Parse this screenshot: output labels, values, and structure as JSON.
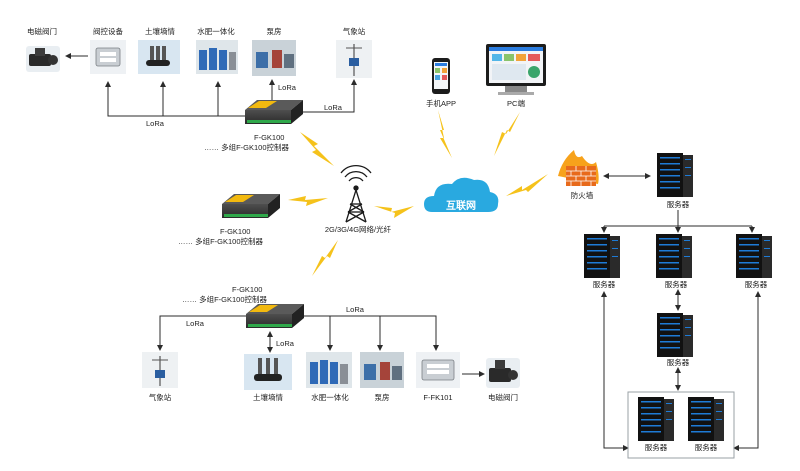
{
  "top": {
    "devices": {
      "solenoid_valve": "电磁阀门",
      "valve_controller": "阀控设备",
      "soil_moisture": "土壤墒情",
      "water_fertilizer": "水肥一体化",
      "pump_room": "泵房",
      "weather_station": "气象站"
    },
    "lora_pump": "LoRa",
    "lora_left": "LoRa",
    "lora_right": "LoRa",
    "controller_model": "F-GK100",
    "controller_multi": "…… 多组F-GK100控制器"
  },
  "middle": {
    "controller_model": "F-GK100",
    "controller_multi": "…… 多组F-GK100控制器",
    "network": "2G/3G/4G网络/光纤"
  },
  "bottom": {
    "controller_model": "F-GK100",
    "controller_multi": "…… 多组F-GK100控制器",
    "lora_left": "LoRa",
    "lora_top": "LoRa",
    "lora_soil": "LoRa",
    "devices": {
      "weather_station": "气象站",
      "soil_moisture": "土壤墒情",
      "water_fertilizer": "水肥一体化",
      "pump_room": "泵房",
      "valve_controller": "F-FK101",
      "solenoid_valve": "电磁阀门"
    }
  },
  "internet": {
    "cloud": "互联网",
    "mobile_app": "手机APP",
    "pc": "PC端"
  },
  "server_side": {
    "firewall": "防火墙",
    "server_top": "服务器",
    "server_left": "服务器",
    "server_mid": "服务器",
    "server_right": "服务器",
    "server_lower": "服务器",
    "cluster_left": "服务器",
    "cluster_right": "服务器"
  },
  "colors": {
    "line": "#2b2b2b",
    "lightning": "#f5c21b",
    "cloud": "#29a9e0",
    "controller_body": "#3a3a3a",
    "controller_band": "#f2b90f",
    "controller_green": "#2fa84a",
    "server_light": "#1e7bd6",
    "firewall": "#e86a1b"
  }
}
